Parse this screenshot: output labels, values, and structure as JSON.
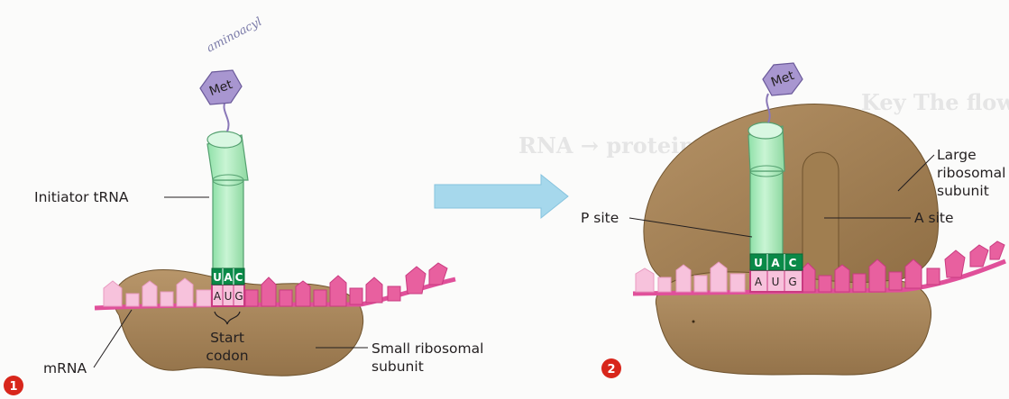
{
  "step1": {
    "number": "1",
    "amino_acid": "Met",
    "trna_label": "Initiator tRNA",
    "anticodon": [
      "U",
      "A",
      "C"
    ],
    "codon": [
      "A",
      "U",
      "G"
    ],
    "start_codon_label_line1": "Start",
    "start_codon_label_line2": "codon",
    "mrna_label": "mRNA",
    "small_subunit_line1": "Small ribosomal",
    "small_subunit_line2": "subunit",
    "handwritten_note": "aminoacyl"
  },
  "step2": {
    "number": "2",
    "amino_acid": "Met",
    "anticodon": [
      "U",
      "A",
      "C"
    ],
    "codon": [
      "A",
      "U",
      "G"
    ],
    "p_site_label": "P site",
    "a_site_label": "A site",
    "large_subunit_line1": "Large",
    "large_subunit_line2": "ribosomal",
    "large_subunit_line3": "subunit"
  },
  "colors": {
    "mrna": "#e0509a",
    "mrna_light": "#f5b3d2",
    "ribosome": "#a98658",
    "ribosome_dark": "#7d6039",
    "trna": "#b9f0c8",
    "trna_dark": "#55a070",
    "anticodon_box": "#0a8a48",
    "met": "#a896d0",
    "arrow": "#a6d8ec",
    "step_badge": "#d8261b"
  },
  "background_text": {
    "line1": "Key The flow of genetic information in the cell is DNA",
    "line2": "RNA → protein"
  }
}
